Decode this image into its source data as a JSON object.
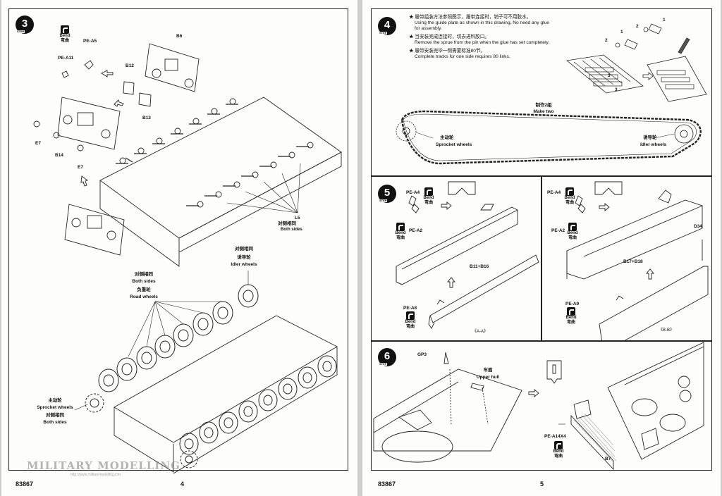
{
  "left_page": {
    "page_number": "4",
    "catalog_number": "83867",
    "step3": {
      "step_number": "3",
      "step_word": "STEP",
      "bend_cn": "弯曲",
      "bend_en": "Bend",
      "parts": {
        "pe_a5": "PE-A5",
        "pe_a11": "PE-A11",
        "b6": "B6",
        "b12": "B12",
        "b13": "B13",
        "e7_a": "E7",
        "b14": "B14",
        "e7_b": "E7",
        "l5": "L5"
      },
      "both_sides_cn": "对侧相同",
      "both_sides_en": "Both sides"
    },
    "wheels": {
      "idler_cn_note": "对侧相同",
      "idler_cn": "诱导轮",
      "idler_en": "Idler wheels",
      "road_both_cn": "对侧相同",
      "road_both_en": "Both sides",
      "road_cn": "负重轮",
      "road_en": "Road wheels",
      "sprocket_cn": "主动轮",
      "sprocket_en": "Sprocket wheels",
      "sprocket_both_cn": "对侧相同",
      "sprocket_both_en": "Both sides"
    },
    "watermark": "MILITARY MODELLING",
    "watermark_url": "http://www.militarymodelling.info"
  },
  "right_page": {
    "page_number": "5",
    "catalog_number": "83867",
    "step4": {
      "step_number": "4",
      "step_word": "STEP",
      "notes": [
        "★ 履带组装方法参照图示，履带连接时，销子可不用胶水。",
        "Using the guide plate as shown in this drawing, No need any glue",
        "for assembly.",
        "★ 当安装完成连接时，切去进料胶口。",
        "Remove the sprue from the pin when the glue has set completely.",
        "★ 履带安装完毕一侧需要标准80节。",
        "Complete tracks for one side requires 80 links."
      ],
      "labels": {
        "n1": "1",
        "n2a": "2",
        "n2b": "2",
        "n1b": "1",
        "n3a": "3",
        "n3b": "3"
      },
      "make_two_cn": "制作2组",
      "make_two_en": "Make two",
      "sprocket_cn": "主动轮",
      "sprocket_en": "Sprocket wheels",
      "idler_cn": "诱导轮",
      "idler_en": "Idler wheels"
    },
    "step5": {
      "step_number": "5",
      "step_word": "STEP",
      "left": {
        "pe_a4": "PE-A4",
        "bend_cn_1": "弯曲",
        "bend_en_1": "Bend",
        "pe_a2": "PE-A2",
        "bend_en_2": "Bend",
        "bend_cn_2": "弯曲",
        "parts": "B11+B16",
        "pe_a8": "PE-A8",
        "bend_en_3": "Bend",
        "bend_cn_3": "弯曲",
        "section": "《A-A》"
      },
      "right": {
        "pe_a4": "PE-A4",
        "bend_cn_1": "弯曲",
        "bend_en_1": "Bend",
        "pe_a2": "PE-A2",
        "bend_en_2": "Bend",
        "bend_cn_2": "弯曲",
        "d34": "D34",
        "parts": "B17+B18",
        "pe_a9": "PE-A9",
        "bend_en_3": "Bend",
        "bend_cn_3": "弯曲",
        "section": "《B-B》"
      }
    },
    "step6": {
      "step_number": "6",
      "step_word": "STEP",
      "gp3": "GP3",
      "upper_hull_cn": "车面",
      "upper_hull_en": "Upper hull",
      "pe_a14x4": "PE-A14X4",
      "bend_en": "Bend",
      "bend_cn": "弯曲",
      "b7": "B7"
    }
  }
}
